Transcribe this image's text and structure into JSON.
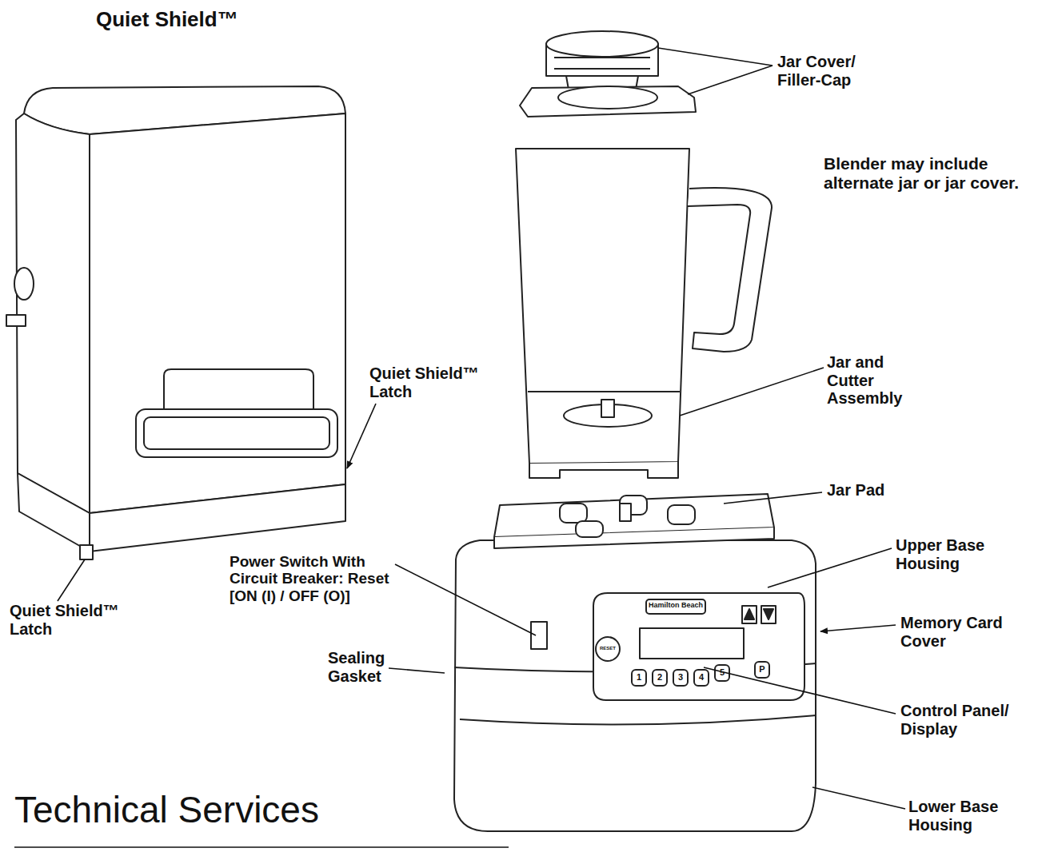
{
  "diagram": {
    "labels": [
      "Quiet Shield™",
      "Jar Cover/ Filler-Cap",
      "Blender may include alternate jar or jar cover.",
      "Quiet Shield™ Latch",
      "Jar and Cutter Assembly",
      "Jar Pad",
      "Power Switch With Circuit Breaker: Reset [ON (I) / OFF (O)]",
      "Upper Base Housing",
      "Quiet Shield™ Latch",
      "Memory Card Cover",
      "Sealing Gasket",
      "Control Panel/ Display",
      "Technical Services",
      "Lower Base Housing",
      "Hamilton Beach",
      "RESET",
      "1",
      "2",
      "3",
      "4",
      "5",
      "P"
    ]
  }
}
